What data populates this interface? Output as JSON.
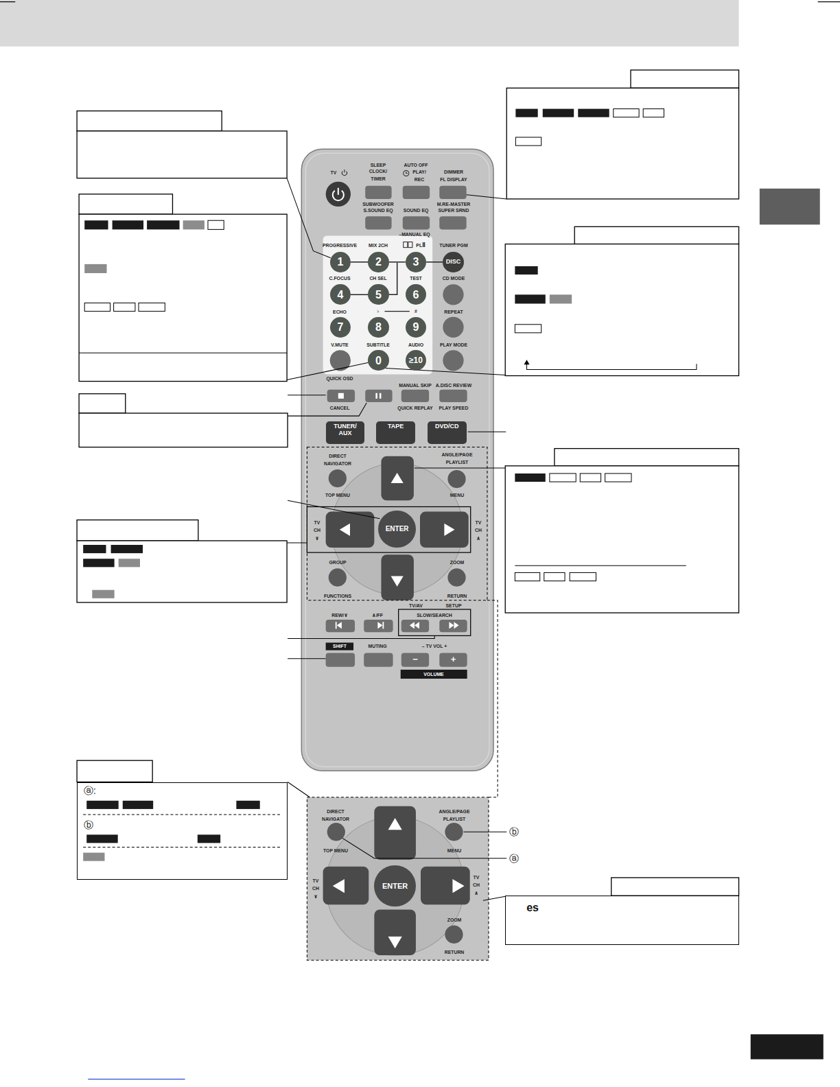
{
  "diagram": {
    "nodes": [
      {
        "text": [
          "1"
        ]
      },
      {
        "text": [
          "2"
        ]
      },
      {
        "text": [
          "3"
        ]
      },
      {
        "text": [
          "DISC"
        ]
      },
      {
        "text": [
          "4"
        ]
      },
      {
        "text": [
          "5"
        ]
      },
      {
        "text": [
          "6"
        ]
      },
      {
        "text": [
          "7"
        ]
      },
      {
        "text": [
          "8"
        ]
      },
      {
        "text": [
          "9"
        ]
      },
      {
        "text": [
          "0"
        ]
      },
      {
        "text": [
          "≥10"
        ]
      },
      {
        "text": [
          "TUNER/ AUX"
        ]
      },
      {
        "text": [
          "TAPE"
        ]
      },
      {
        "text": [
          "DVD/CD"
        ]
      },
      {
        "text": [
          "ENTER"
        ]
      },
      {
        "text": [
          "ENTER"
        ]
      },
      {
        "text": [
          "ⓐ:",
          "ⓑ"
        ]
      },
      {
        "text": [
          "es"
        ]
      }
    ],
    "edges": [
      {
        "from": 0,
        "to": 1,
        "arrow": "none"
      },
      {
        "from": 1,
        "to": 2,
        "arrow": "none"
      },
      {
        "from": 2,
        "to": 3,
        "arrow": "none"
      },
      {
        "from": 4,
        "to": 5,
        "arrow": "none"
      }
    ],
    "labels": [
      "TV",
      "SLEEP",
      "CLOCK/ TIMER",
      "AUTO OFF",
      "PLAY/ REC",
      "DIMMER",
      "FL DISPLAY",
      "SUBWOOFER",
      "S.SOUND EQ",
      "SOUND EQ",
      "M.RE-MASTER",
      "SUPER SRND",
      "–MANUAL EQ",
      "PROGRESSIVE",
      "MIX 2CH",
      "PLⅡ",
      "TUNER PGM",
      "C.FOCUS",
      "CH SEL",
      "TEST",
      "CD MODE",
      "ECHO",
      "♭",
      "#",
      "REPEAT",
      "V.MUTE",
      "SUBTITLE",
      "AUDIO",
      "PLAY MODE",
      "QUICK OSD",
      "MANUAL SKIP",
      "A.DISC REVIEW",
      "CANCEL",
      "QUICK REPLAY",
      "PLAY SPEED",
      "DIRECT NAVIGATOR",
      "ANGLE/PAGE PLAYLIST",
      "TOP MENU",
      "MENU",
      "TV CH",
      "∨",
      "TV CH",
      "∧",
      "GROUP",
      "FUNCTIONS",
      "ZOOM",
      "RETURN",
      "TV/AV",
      "SETUP",
      "REW/∨",
      "∧/FF",
      "SLOW/SEARCH",
      "SHIFT",
      "MUTING",
      "– TV VOL +",
      "−",
      "+",
      "VOLUME",
      "DIRECT NAVIGATOR",
      "ANGLE/PAGE PLAYLIST",
      "TOP MENU",
      "MENU",
      "TV CH",
      "∨",
      "TV CH",
      "∧",
      "ZOOM",
      "RETURN",
      "ⓑ",
      "ⓐ"
    ]
  }
}
